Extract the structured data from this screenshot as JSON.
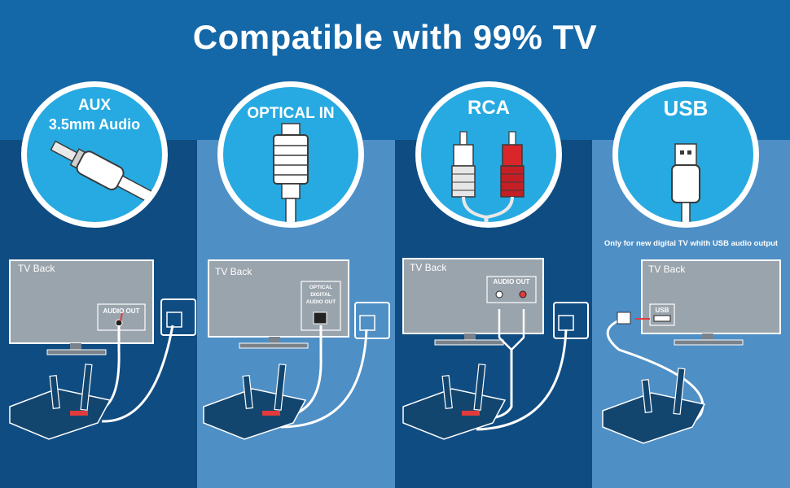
{
  "title": "Compatible with 99% TV",
  "panels": [
    {
      "circle_line1": "AUX",
      "circle_line2": "3.5mm Audio",
      "tv_label": "TV Back",
      "port_label": "AUDIO OUT"
    },
    {
      "circle_line1": "OPTICAL IN",
      "tv_label": "TV Back",
      "port_label_1": "OPTICAL",
      "port_label_2": "DIGITAL",
      "port_label_3": "AUDIO OUT"
    },
    {
      "circle_line1": "RCA",
      "tv_label": "TV Back",
      "port_label": "AUDIO OUT"
    },
    {
      "circle_line1": "USB",
      "tv_label": "TV Back",
      "port_label": "USB",
      "note": "Only for new digital TV whith USB audio output"
    }
  ],
  "colors": {
    "top_band": "#1568a8",
    "dark_panel": "#0f4c82",
    "light_panel": "#4e8fc5",
    "circle_fill": "#27aae2",
    "tv_screen": "#9aa4ad",
    "arrow_red": "#e23b3b"
  },
  "icons": [
    "aux-jack-icon",
    "optical-plug-icon",
    "rca-plug-icon",
    "usb-plug-icon",
    "wall-socket-icon",
    "bluetooth-transmitter-icon"
  ]
}
